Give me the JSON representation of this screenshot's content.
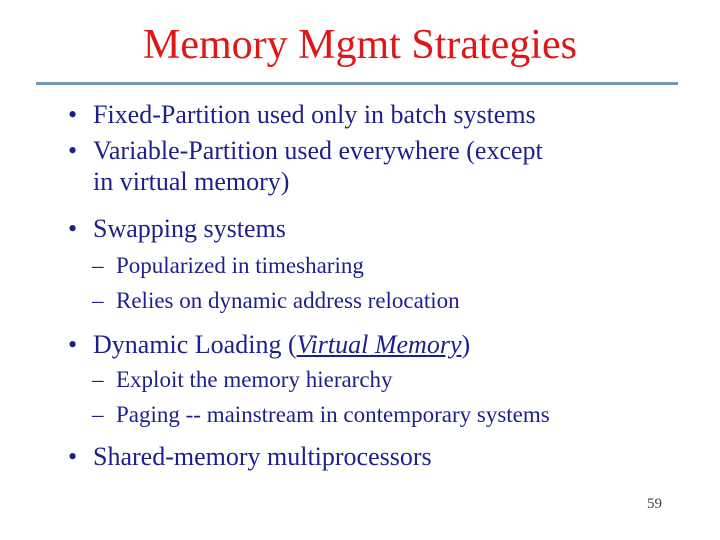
{
  "slide": {
    "title": "Memory Mgmt Strategies",
    "page_number": "59",
    "markers": {
      "level1": "•",
      "level2": "–"
    },
    "colors": {
      "background": "#ffffff",
      "title": "#de1717",
      "body": "#1f1f8c",
      "rule": "#7597b8",
      "page_number": "#3f3f50"
    },
    "bullets": [
      {
        "level": 1,
        "segments": [
          {
            "text": "Fixed-Partition used only in batch systems"
          }
        ]
      },
      {
        "level": 1,
        "segments": [
          {
            "text": "Variable-Partition used everywhere (except"
          },
          {
            "break": true
          },
          {
            "text": "in virtual memory)"
          }
        ]
      },
      {
        "level": 1,
        "segments": [
          {
            "text": "Swapping systems"
          }
        ]
      },
      {
        "level": 2,
        "segments": [
          {
            "text": "Popularized in timesharing"
          }
        ]
      },
      {
        "level": 2,
        "segments": [
          {
            "text": "Relies on dynamic address relocation"
          }
        ]
      },
      {
        "level": 1,
        "segments": [
          {
            "text": "Dynamic Loading ("
          },
          {
            "text": "Virtual Memory",
            "emphasis": true
          },
          {
            "text": ")"
          }
        ]
      },
      {
        "level": 2,
        "segments": [
          {
            "text": "Exploit the memory hierarchy"
          }
        ]
      },
      {
        "level": 2,
        "segments": [
          {
            "text": "Paging -- mainstream in contemporary systems"
          }
        ]
      },
      {
        "level": 1,
        "segments": [
          {
            "text": "Shared-memory multiprocessors"
          }
        ]
      }
    ]
  }
}
